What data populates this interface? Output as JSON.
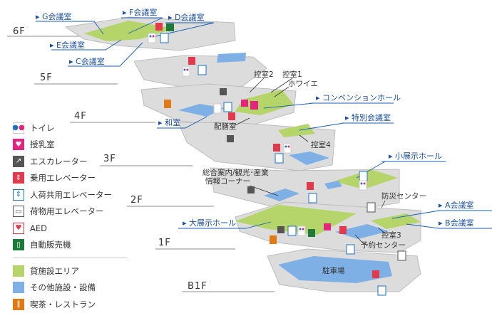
{
  "floors": [
    "6F",
    "5F",
    "4F",
    "3F",
    "2F",
    "1F",
    "B1F"
  ],
  "room_labels": {
    "g_room": "G会議室",
    "f_room": "F会議室",
    "d_room": "D会議室",
    "e_room": "E会議室",
    "c_room": "C会議室",
    "convention_hall": "コンベンションホール",
    "special_room": "特別会議室",
    "washitsu": "和室",
    "small_hall": "小展示ホール",
    "a_room": "A会議室",
    "b_room": "B会議室",
    "large_hall": "大展示ホール"
  },
  "black_labels": {
    "hikaeshitsu2": "控室2",
    "hikaeshitsu1": "控室1",
    "foyer": "ホワイエ",
    "haizenshitsu": "配膳室",
    "hikaeshitsu4": "控室4",
    "info_line1": "総合案内/観光･産業",
    "info_line2": "情報コーナー",
    "bousai": "防災センター",
    "hikaeshitsu3": "控室3",
    "yoyaku": "予約センター",
    "parking": "駐車場"
  },
  "legend": [
    {
      "icon": "toilet-icon",
      "label": "トイレ"
    },
    {
      "icon": "nursing-room-icon",
      "label": "授乳室"
    },
    {
      "icon": "escalator-icon",
      "label": "エスカレーター"
    },
    {
      "icon": "passenger-elevator-icon",
      "label": "乗用エレベーター"
    },
    {
      "icon": "service-elevator-icon",
      "label": "人荷共用エレベーター"
    },
    {
      "icon": "freight-elevator-icon",
      "label": "荷物用エレベーター"
    },
    {
      "icon": "aed-icon",
      "label": "AED"
    },
    {
      "icon": "vending-machine-icon",
      "label": "自動販売機"
    },
    {
      "icon": "rental-area-swatch",
      "label": "貸施設エリア"
    },
    {
      "icon": "other-facility-swatch",
      "label": "その他施設・設備"
    },
    {
      "icon": "cafe-icon",
      "label": "喫茶・レストラン"
    }
  ],
  "colors": {
    "rental": "#b5d56a",
    "facility": "#7eb0e6",
    "floor_plate": "#dcdcdc",
    "floor_edge": "#bdbdbd",
    "callout": "#1a5fb4",
    "toilet_male": "#1e73be",
    "toilet_female": "#e2267f",
    "elevator": "#e23a4a",
    "cafe": "#e07a14",
    "vending": "#1d7a3a"
  }
}
